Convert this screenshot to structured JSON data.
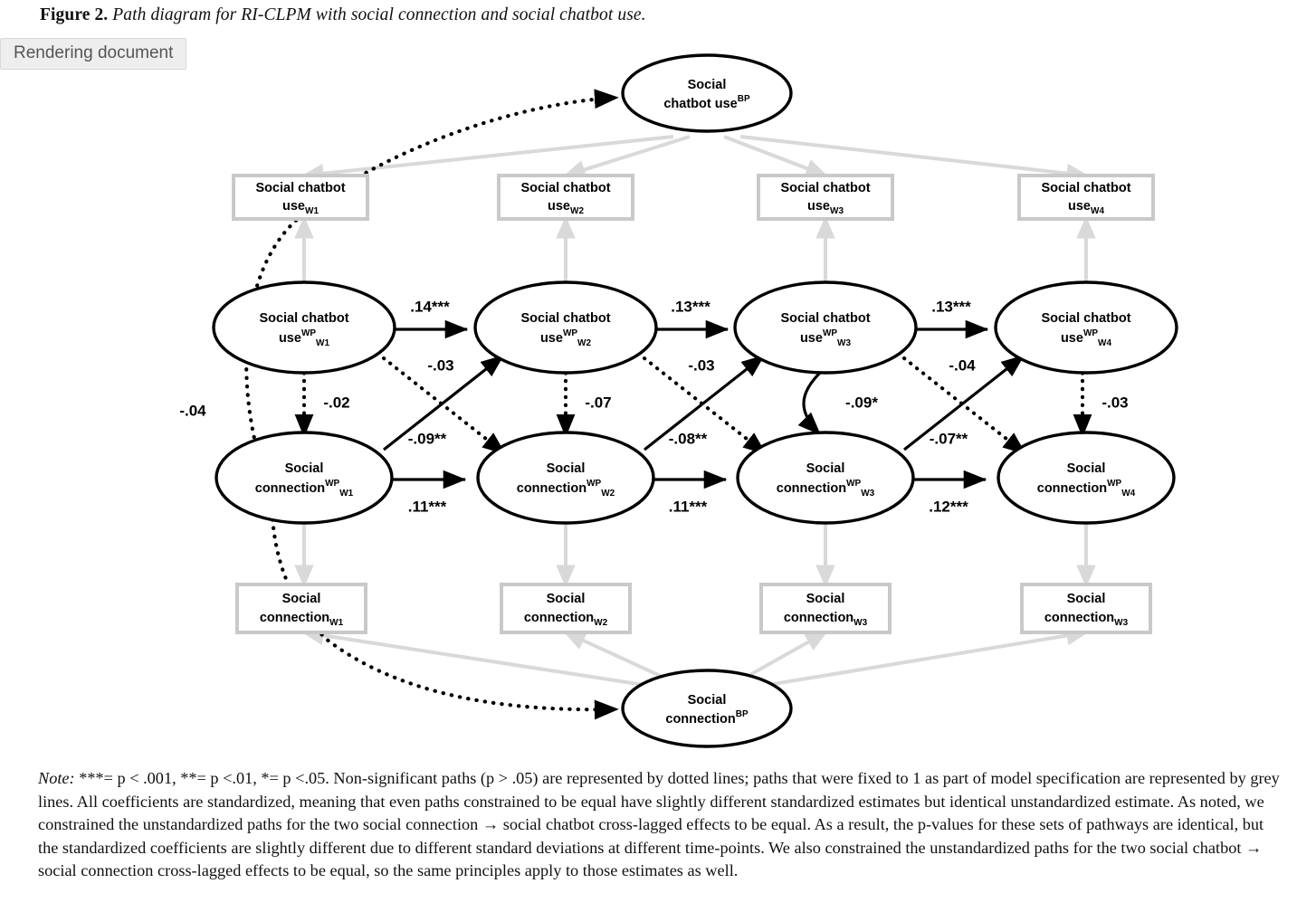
{
  "caption": {
    "label": "Figure 2.",
    "title": "Path diagram for RI-CLPM with social connection and social chatbot use."
  },
  "status_badge": {
    "text": "Rendering document"
  },
  "colors": {
    "ink": "#000000",
    "grey_line": "#d9d9d9",
    "box_border": "#c9c9c9",
    "badge_bg": "#eeeeee",
    "page_bg": "#ffffff"
  },
  "diagram": {
    "random_intercepts": [
      {
        "id": "ri-chatbot",
        "line1": "Social",
        "line2": "chatbot use",
        "sup": "BP"
      },
      {
        "id": "ri-connection",
        "line1": "Social",
        "line2": "connection",
        "sup": "BP"
      }
    ],
    "observed_chatbot": [
      {
        "id": "obs-chatbot-w1",
        "line1": "Social chatbot",
        "line2": "use",
        "sub": "W1"
      },
      {
        "id": "obs-chatbot-w2",
        "line1": "Social chatbot",
        "line2": "use",
        "sub": "W2"
      },
      {
        "id": "obs-chatbot-w3",
        "line1": "Social chatbot",
        "line2": "use",
        "sub": "W3"
      },
      {
        "id": "obs-chatbot-w4",
        "line1": "Social chatbot",
        "line2": "use",
        "sub": "W4"
      }
    ],
    "observed_connection": [
      {
        "id": "obs-connection-w1",
        "line1": "Social",
        "line2": "connection",
        "sub": "W1"
      },
      {
        "id": "obs-connection-w2",
        "line1": "Social",
        "line2": "connection",
        "sub": "W2"
      },
      {
        "id": "obs-connection-w3",
        "line1": "Social",
        "line2": "connection",
        "sub": "W3"
      },
      {
        "id": "obs-connection-w4",
        "line1": "Social",
        "line2": "connection",
        "sub": "W3"
      }
    ],
    "latent_chatbot": [
      {
        "id": "wp-chatbot-w1",
        "line1": "Social chatbot",
        "line2": "use",
        "sup": "WP",
        "sub": "W1"
      },
      {
        "id": "wp-chatbot-w2",
        "line1": "Social chatbot",
        "line2": "use",
        "sup": "WP",
        "sub": "W2"
      },
      {
        "id": "wp-chatbot-w3",
        "line1": "Social chatbot",
        "line2": "use",
        "sup": "WP",
        "sub": "W3"
      },
      {
        "id": "wp-chatbot-w4",
        "line1": "Social chatbot",
        "line2": "use",
        "sup": "WP",
        "sub": "W4"
      }
    ],
    "latent_connection": [
      {
        "id": "wp-connection-w1",
        "line1": "Social",
        "line2": "connection",
        "sup": "WP",
        "sub": "W1"
      },
      {
        "id": "wp-connection-w2",
        "line1": "Social",
        "line2": "connection",
        "sup": "WP",
        "sub": "W2"
      },
      {
        "id": "wp-connection-w3",
        "line1": "Social",
        "line2": "connection",
        "sup": "WP",
        "sub": "W3"
      },
      {
        "id": "wp-connection-w4",
        "line1": "Social",
        "line2": "connection",
        "sup": "WP",
        "sub": "W4"
      }
    ],
    "coefficients": {
      "chatbot_autoregressive": [
        {
          "id": "ar-chatbot-w1w2",
          "value": ".14***",
          "style": "solid"
        },
        {
          "id": "ar-chatbot-w2w3",
          "value": ".13***",
          "style": "solid"
        },
        {
          "id": "ar-chatbot-w3w4",
          "value": ".13***",
          "style": "solid"
        }
      ],
      "connection_autoregressive": [
        {
          "id": "ar-connection-w1w2",
          "value": ".11***",
          "style": "solid"
        },
        {
          "id": "ar-connection-w2w3",
          "value": ".11***",
          "style": "solid"
        },
        {
          "id": "ar-connection-w3w4",
          "value": ".12***",
          "style": "solid"
        }
      ],
      "chatbot_to_connection": [
        {
          "id": "cl-chatbot-conn-w1w2",
          "value": "-.03",
          "style": "dotted"
        },
        {
          "id": "cl-chatbot-conn-w2w3",
          "value": "-.03",
          "style": "dotted"
        },
        {
          "id": "cl-chatbot-conn-w3w4",
          "value": "-.04",
          "style": "dotted"
        }
      ],
      "connection_to_chatbot": [
        {
          "id": "cl-conn-chatbot-w1w2",
          "value": "-.09**",
          "style": "solid"
        },
        {
          "id": "cl-conn-chatbot-w2w3",
          "value": "-.08**",
          "style": "solid"
        },
        {
          "id": "cl-conn-chatbot-w3w4",
          "value": "-.07**",
          "style": "solid"
        }
      ],
      "within_wave_correlations": [
        {
          "id": "corr-w1",
          "value": "-.02",
          "style": "dotted"
        },
        {
          "id": "corr-w2",
          "value": "-.07",
          "style": "dotted"
        },
        {
          "id": "corr-w3",
          "value": "-.09*",
          "style": "solid"
        },
        {
          "id": "corr-w4",
          "value": "-.03",
          "style": "dotted"
        }
      ],
      "between_person_correlation": {
        "id": "corr-bp",
        "value": "-.04",
        "style": "dotted"
      }
    }
  },
  "note": {
    "italic_lead": "Note:",
    "body": " ***= p < .001, **= p <.01, *= p <.05. Non-significant paths (p > .05) are represented by dotted lines; paths that were fixed to 1 as part of model specification are represented by grey lines. All coefficients are standardized, meaning that even paths constrained to be equal have slightly different standardized estimates but identical unstandardized estimate. As noted, we constrained the unstandardized paths for the two social connection → social chatbot cross-lagged effects to be equal. As a result, the p-values for these sets of pathways are identical, but the standardized coefficients are slightly different due to different standard deviations at different time-points. We also constrained the unstandardized paths for the two social chatbot → social connection cross-lagged effects to be equal, so the same principles apply to those estimates as well."
  }
}
